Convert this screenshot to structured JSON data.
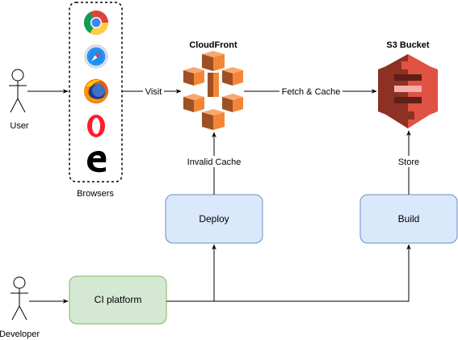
{
  "actors": {
    "user": "User",
    "developer": "Developer"
  },
  "browsers": {
    "label": "Browsers",
    "items": [
      "chrome-icon",
      "safari-icon",
      "firefox-icon",
      "opera-icon",
      "edge-icon"
    ]
  },
  "services": {
    "cloudfront": "CloudFront",
    "s3": "S3 Bucket"
  },
  "boxes": {
    "deploy": "Deploy",
    "build": "Build",
    "ci": "CI platform"
  },
  "edges": {
    "visit": "Visit",
    "fetch_cache": "Fetch & Cache",
    "invalid_cache": "Invalid Cache",
    "store": "Store"
  },
  "colors": {
    "box_blue_fill": "#dae8fc",
    "box_blue_stroke": "#6c8ebf",
    "box_green_fill": "#d5e8d4",
    "box_green_stroke": "#82b366",
    "aws_orange": "#f58536",
    "aws_orange_dark": "#9d5025",
    "aws_red": "#e05243",
    "aws_red_dark": "#8c3123"
  }
}
